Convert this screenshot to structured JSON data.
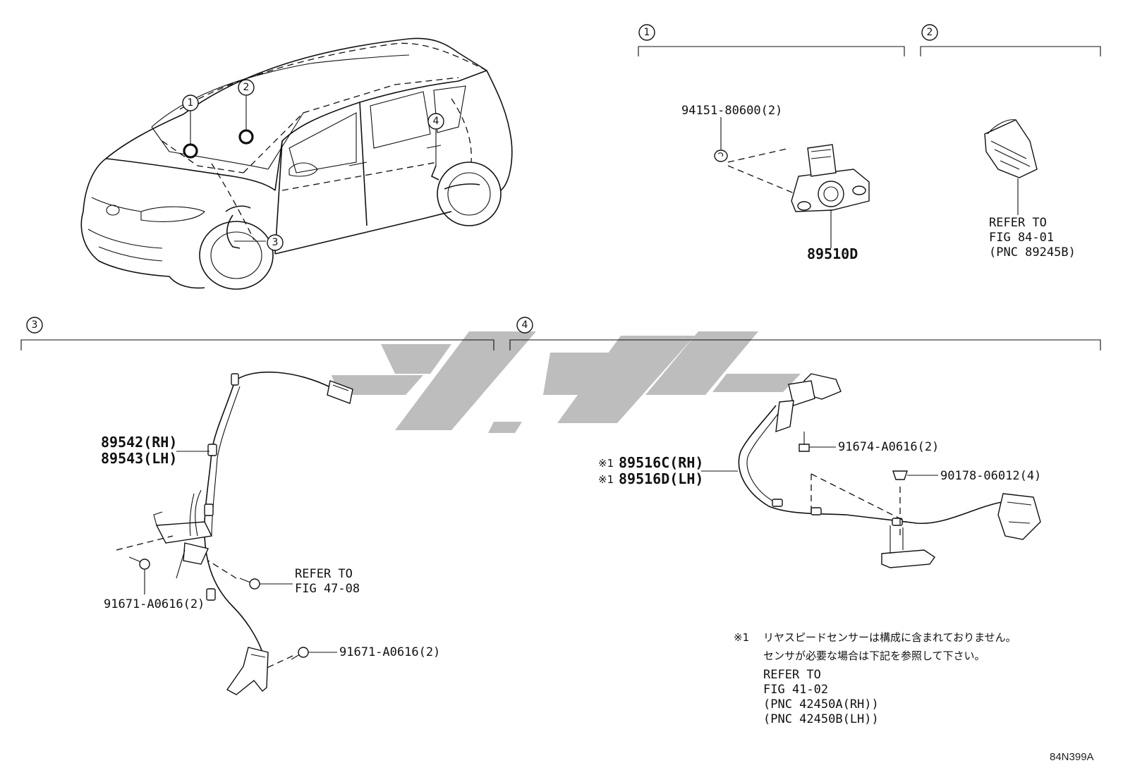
{
  "sections": [
    {
      "id": "1",
      "label": "1"
    },
    {
      "id": "2",
      "label": "2"
    },
    {
      "id": "3",
      "label": "3"
    },
    {
      "id": "4",
      "label": "4"
    }
  ],
  "car_callouts": [
    "1",
    "2",
    "3",
    "4"
  ],
  "section1": {
    "bolt_part": "94151-80600(2)",
    "sensor_part": "89510D"
  },
  "section2": {
    "refer_lines": [
      "REFER TO",
      "FIG 84-01",
      "(PNC 89245B)"
    ]
  },
  "section3": {
    "sensor_rh": "89542(RH)",
    "sensor_lh": "89543(LH)",
    "bolt_left": "91671-A0616(2)",
    "refer_lines": [
      "REFER TO",
      "FIG 47-08"
    ],
    "bolt_right": "91671-A0616(2)"
  },
  "section4": {
    "bolt_part": "91674-A0616(2)",
    "clip_part": "90178-06012(4)",
    "note_mark": "※1",
    "wire_rh": "89516C(RH)",
    "wire_lh": "89516D(LH)"
  },
  "footnote": {
    "mark": "※1",
    "lines": [
      "リヤスピードセンサーは構成に含まれておりません。",
      "センサが必要な場合は下記を参照して下さい。",
      "REFER TO",
      "FIG 41-02",
      "(PNC 42450A(RH))",
      "(PNC 42450B(LH))"
    ]
  },
  "figure_code": "84N399A"
}
